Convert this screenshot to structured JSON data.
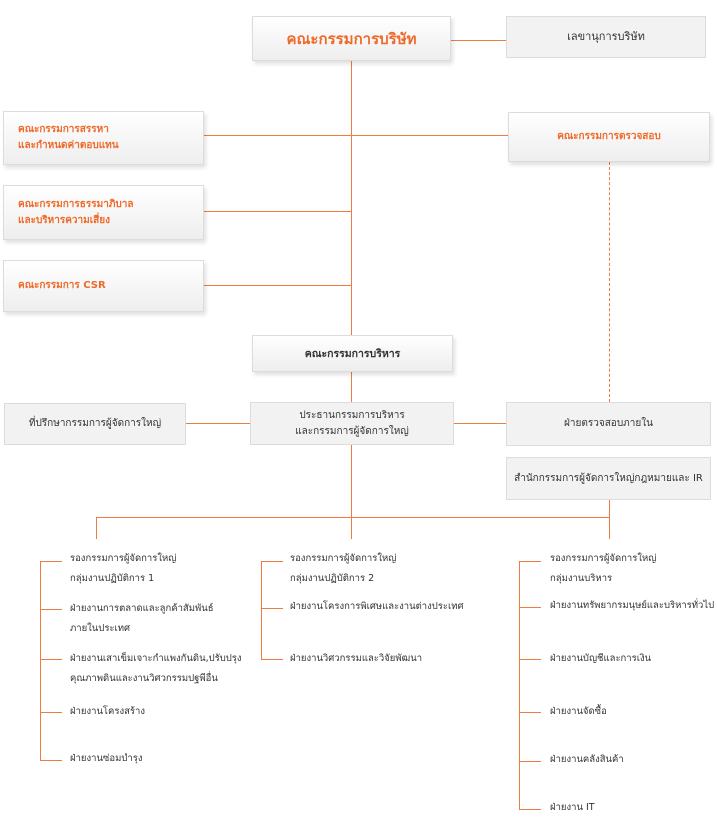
{
  "top": {
    "board": "คณะกรรมการบริษัท",
    "secretary": "เลขานุการบริษัท"
  },
  "committees": {
    "nomination": [
      "คณะกรรมการสรรหา",
      "และกำหนดค่าตอบแทน"
    ],
    "governance": [
      "คณะกรรมการธรรมาภิบาล",
      "และบริหารความเสี่ยง"
    ],
    "csr": "คณะกรรมการ CSR",
    "audit": "คณะกรรมการตรวจสอบ"
  },
  "executive": {
    "committee": "คณะกรรมการบริหาร",
    "chairman": [
      "ประธานกรรมการบริหาร",
      "และกรรมการผู้จัดการใหญ่"
    ],
    "advisor": "ที่ปรึกษากรรมการผู้จัดการใหญ่",
    "internal_audit": "ฝ่ายตรวจสอบภายใน",
    "legal_ir": "สำนักกรรมการผู้จัดการใหญ่กฎหมายและ IR"
  },
  "groups": [
    {
      "head": [
        "รองกรรมการผู้จัดการใหญ่",
        "กลุ่มงานปฏิบัติการ 1"
      ],
      "items": [
        [
          "ฝ่ายงานการตลาดและลูกค้าสัมพันธ์",
          "ภายในประเทศ"
        ],
        [
          "ฝ่ายงานเสาเข็มเจาะกำแพงกันดิน,ปรับปรุง",
          "คุณภาพดินและงานวิศวกรรมปฐพีอื่น"
        ],
        [
          "ฝ่ายงานโครงสร้าง"
        ],
        [
          "ฝ่ายงานซ่อมบำรุง"
        ]
      ]
    },
    {
      "head": [
        "รองกรรมการผู้จัดการใหญ่",
        "กลุ่มงานปฏิบัติการ 2"
      ],
      "items": [
        [
          "ฝ่ายงานโครงการพิเศษและงานต่างประเทศ"
        ],
        [
          "ฝ่ายงานวิศวกรรมและวิจัยพัฒนา"
        ]
      ]
    },
    {
      "head": [
        "รองกรรมการผู้จัดการใหญ่",
        "กลุ่มงานบริหาร"
      ],
      "items": [
        [
          "ฝ่ายงานทรัพยากรมนุษย์และบริหารทั่วไป"
        ],
        [
          "ฝ่ายงานบัญชีและการเงิน"
        ],
        [
          "ฝ่ายงานจัดซื้อ"
        ],
        [
          "ฝ่ายงานคลังสินค้า"
        ],
        [
          "ฝ่ายงาน IT"
        ]
      ]
    }
  ]
}
